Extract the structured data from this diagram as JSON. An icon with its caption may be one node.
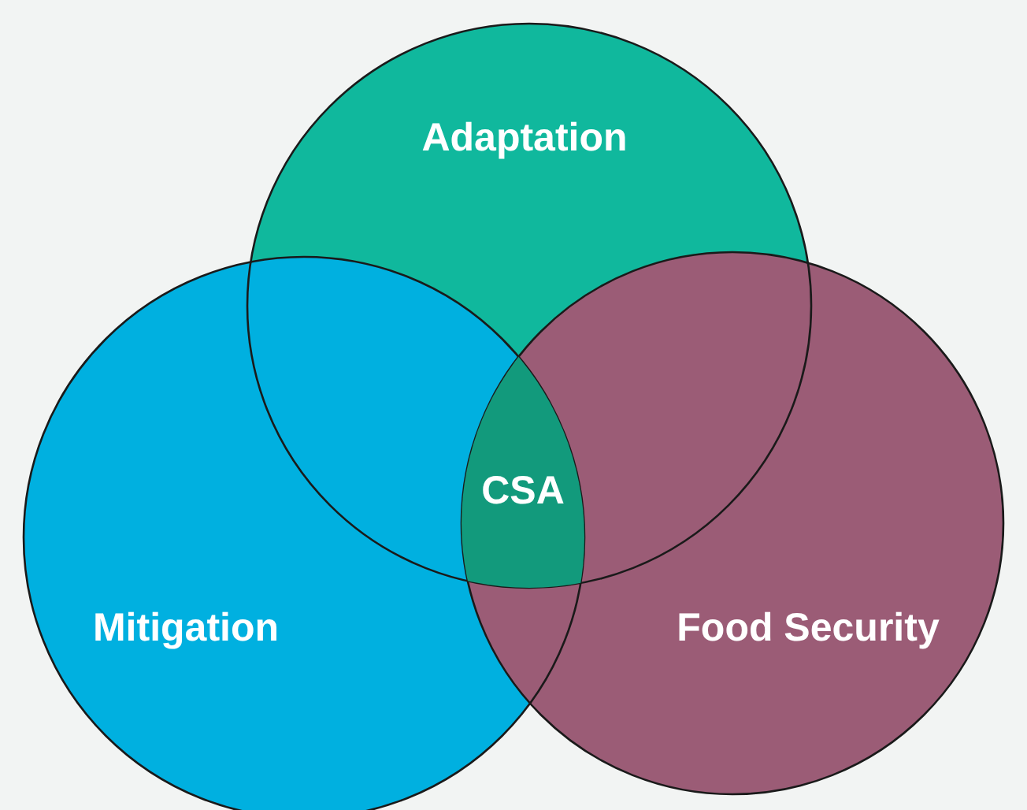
{
  "diagram": {
    "nodes": [
      {
        "text": [
          "Adaptation"
        ]
      },
      {
        "text": [
          "Mitigation"
        ]
      },
      {
        "text": [
          "Food Security"
        ]
      },
      {
        "text": [
          "CSA"
        ]
      }
    ]
  }
}
